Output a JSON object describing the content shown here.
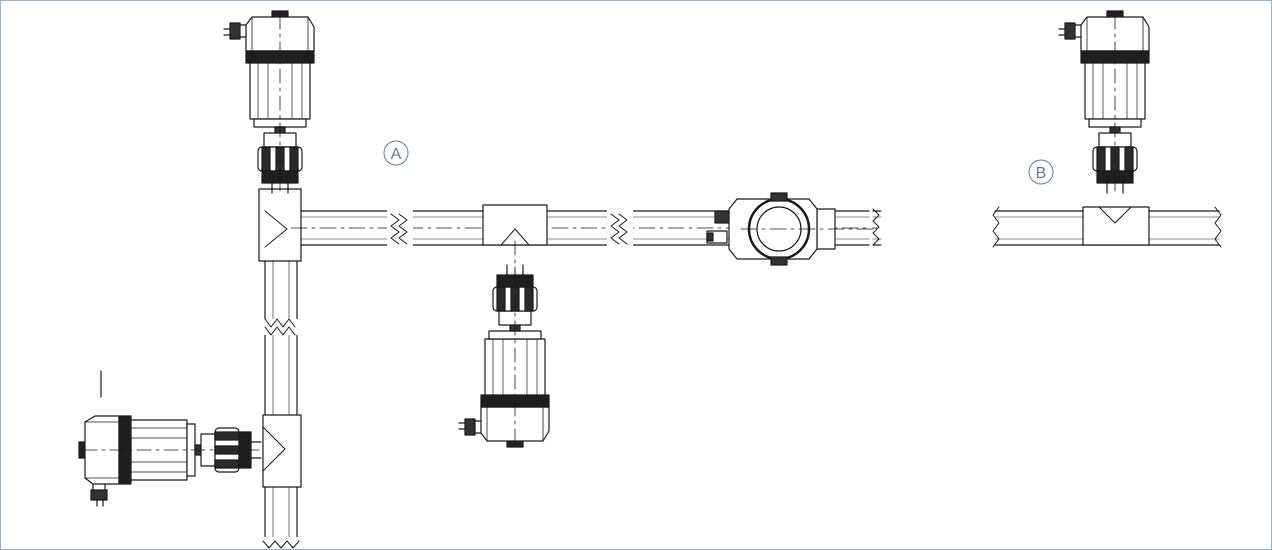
{
  "diagram": {
    "callouts": [
      {
        "id": "a",
        "text": "A"
      },
      {
        "id": "b",
        "text": "B"
      }
    ],
    "colors": {
      "stroke": "#1a1a1a",
      "callout": "#5c7e9c",
      "frame": "#8fb3d9"
    }
  }
}
